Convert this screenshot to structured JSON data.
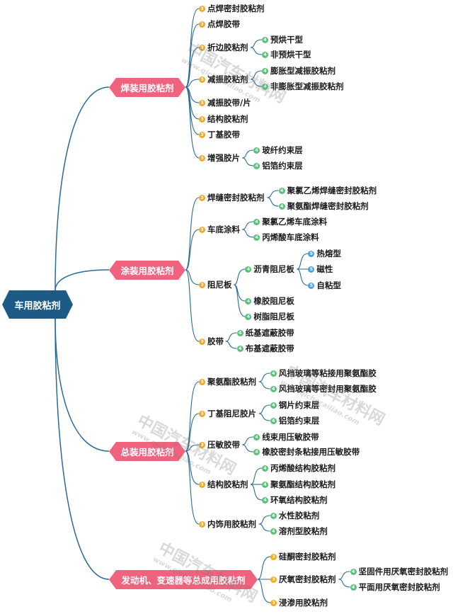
{
  "colors": {
    "root": "#1d5a85",
    "branch": "#f0637f",
    "link": "#2a6a94",
    "level3_badge": "#f5a623",
    "level4_badge": "#5cbf7a",
    "level5_badge": "#4a9fe0"
  },
  "watermark": {
    "text": "中国汽车材料网",
    "url_text": "www.qichecailiao.com"
  },
  "mindmap": {
    "root": {
      "label": "车用胶粘剂"
    },
    "branches": [
      {
        "label": "焊装用胶粘剂",
        "children": [
          {
            "label": "点焊密封胶粘剂",
            "level": "3"
          },
          {
            "label": "点焊胶带",
            "level": "3"
          },
          {
            "label": "折边胶粘剂",
            "level": "3",
            "children": [
              {
                "label": "预烘干型",
                "level": "4"
              },
              {
                "label": "非预烘干型",
                "level": "4"
              }
            ]
          },
          {
            "label": "减振胶粘剂",
            "level": "3",
            "children": [
              {
                "label": "膨胀型减振胶粘剂",
                "level": "4"
              },
              {
                "label": "非膨胀型减振胶粘剂",
                "level": "4"
              }
            ]
          },
          {
            "label": "减振胶带/片",
            "level": "3"
          },
          {
            "label": "结构胶粘剂",
            "level": "3"
          },
          {
            "label": "丁基胶带",
            "level": "3"
          },
          {
            "label": "增强胶片",
            "level": "3",
            "children": [
              {
                "label": "玻纤约束层",
                "level": "4"
              },
              {
                "label": "铝箔约束层",
                "level": "4"
              }
            ]
          }
        ]
      },
      {
        "label": "涂装用胶粘剂",
        "children": [
          {
            "label": "焊缝密封胶粘剂",
            "level": "3",
            "children": [
              {
                "label": "聚氯乙烯焊缝密封胶粘剂",
                "level": "4"
              },
              {
                "label": "聚氨酯焊缝密封胶粘剂",
                "level": "4"
              }
            ]
          },
          {
            "label": "车底涂料",
            "level": "3",
            "children": [
              {
                "label": "聚氯乙烯车底涂料",
                "level": "4"
              },
              {
                "label": "丙烯酸车底涂料",
                "level": "4"
              }
            ]
          },
          {
            "label": "阻尼板",
            "level": "3",
            "children": [
              {
                "label": "沥青阻尼板",
                "level": "4",
                "children": [
                  {
                    "label": "热熔型",
                    "level": "5"
                  },
                  {
                    "label": "磁性",
                    "level": "5"
                  },
                  {
                    "label": "自粘型",
                    "level": "5"
                  }
                ]
              },
              {
                "label": "橡胶阻尼板",
                "level": "4"
              },
              {
                "label": "树脂阻尼板",
                "level": "4"
              }
            ]
          },
          {
            "label": "胶带",
            "level": "3",
            "children": [
              {
                "label": "纸基遮蔽胶带",
                "level": "4"
              },
              {
                "label": "布基遮蔽胶带",
                "level": "4"
              }
            ]
          }
        ]
      },
      {
        "label": "总装用胶粘剂",
        "children": [
          {
            "label": "聚氨酯胶粘剂",
            "level": "3",
            "children": [
              {
                "label": "风挡玻璃等粘接用聚氨酯胶",
                "level": "4"
              },
              {
                "label": "风挡玻璃等密封用聚氨酯胶",
                "level": "4"
              }
            ]
          },
          {
            "label": "丁基阻尼胶片",
            "level": "3",
            "children": [
              {
                "label": "钢片约束层",
                "level": "4"
              },
              {
                "label": "铝箔约束层",
                "level": "4"
              }
            ]
          },
          {
            "label": "压敏胶带",
            "level": "3",
            "children": [
              {
                "label": "线束用压敏胶带",
                "level": "4"
              },
              {
                "label": "橡胶密封条粘接用压敏胶带",
                "level": "4"
              }
            ]
          },
          {
            "label": "结构胶粘剂",
            "level": "3",
            "children": [
              {
                "label": "丙烯酸结构胶粘剂",
                "level": "4"
              },
              {
                "label": "聚氨酯结构胶粘剂",
                "level": "4"
              },
              {
                "label": "环氧结构胶粘剂",
                "level": "4"
              }
            ]
          },
          {
            "label": "内饰用胶粘剂",
            "level": "3",
            "children": [
              {
                "label": "水性胶粘剂",
                "level": "4"
              },
              {
                "label": "溶剂型胶粘剂",
                "level": "4"
              }
            ]
          }
        ]
      },
      {
        "label": "发动机、变速器等总成用胶粘剂",
        "children": [
          {
            "label": "硅酮密封胶粘剂",
            "level": "3"
          },
          {
            "label": "厌氧密封胶粘剂",
            "level": "3",
            "children": [
              {
                "label": "坚固件用厌氧密封胶粘剂",
                "level": "4"
              },
              {
                "label": "平面用厌氧密封胶粘剂",
                "level": "4"
              }
            ]
          },
          {
            "label": "浸渗用胶粘剂",
            "level": "3"
          }
        ]
      }
    ]
  }
}
